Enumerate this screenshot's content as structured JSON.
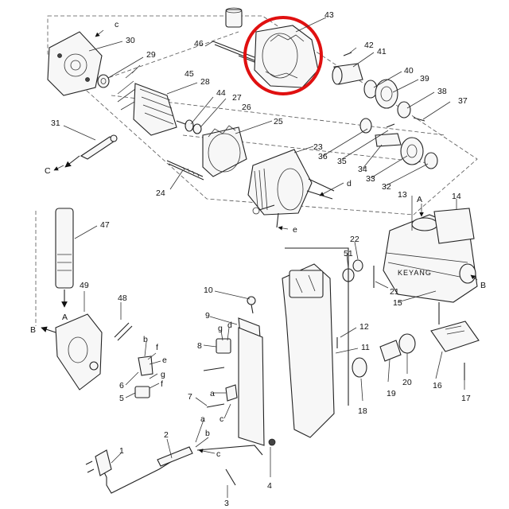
{
  "brand_label": "KEYANG",
  "highlight_color": "#e01010",
  "labels": [
    {
      "id": "n43",
      "text": "43"
    },
    {
      "id": "n46",
      "text": "46"
    },
    {
      "id": "n42",
      "text": "42"
    },
    {
      "id": "n41",
      "text": "41"
    },
    {
      "id": "c1",
      "text": "c"
    },
    {
      "id": "n30",
      "text": "30"
    },
    {
      "id": "n29",
      "text": "29"
    },
    {
      "id": "n45",
      "text": "45"
    },
    {
      "id": "n28",
      "text": "28"
    },
    {
      "id": "n44",
      "text": "44"
    },
    {
      "id": "n40",
      "text": "40"
    },
    {
      "id": "n39",
      "text": "39"
    },
    {
      "id": "n38",
      "text": "38"
    },
    {
      "id": "n37",
      "text": "37"
    },
    {
      "id": "n27",
      "text": "27"
    },
    {
      "id": "n26",
      "text": "26"
    },
    {
      "id": "n31",
      "text": "31"
    },
    {
      "id": "n25",
      "text": "25"
    },
    {
      "id": "n23",
      "text": "23"
    },
    {
      "id": "n36",
      "text": "36"
    },
    {
      "id": "n35",
      "text": "35"
    },
    {
      "id": "n34",
      "text": "34"
    },
    {
      "id": "n33",
      "text": "33"
    },
    {
      "id": "n32",
      "text": "32"
    },
    {
      "id": "c2",
      "text": "C"
    },
    {
      "id": "n24",
      "text": "24"
    },
    {
      "id": "d1",
      "text": "d"
    },
    {
      "id": "e1",
      "text": "e"
    },
    {
      "id": "a1",
      "text": "A"
    },
    {
      "id": "n13",
      "text": "13"
    },
    {
      "id": "n14",
      "text": "14"
    },
    {
      "id": "n47",
      "text": "47"
    },
    {
      "id": "n22",
      "text": "22"
    },
    {
      "id": "n51",
      "text": "51"
    },
    {
      "id": "n21",
      "text": "21"
    },
    {
      "id": "b1",
      "text": "B"
    },
    {
      "id": "a2",
      "text": "A"
    },
    {
      "id": "n49",
      "text": "49"
    },
    {
      "id": "n48",
      "text": "48"
    },
    {
      "id": "n10",
      "text": "10"
    },
    {
      "id": "n15",
      "text": "15"
    },
    {
      "id": "b2",
      "text": "B"
    },
    {
      "id": "n9",
      "text": "9"
    },
    {
      "id": "g1",
      "text": "g"
    },
    {
      "id": "d2",
      "text": "d"
    },
    {
      "id": "n12",
      "text": "12"
    },
    {
      "id": "n8",
      "text": "8"
    },
    {
      "id": "b3",
      "text": "b"
    },
    {
      "id": "f1",
      "text": "f"
    },
    {
      "id": "e2",
      "text": "e"
    },
    {
      "id": "n11",
      "text": "11"
    },
    {
      "id": "g2",
      "text": "g"
    },
    {
      "id": "n6",
      "text": "6"
    },
    {
      "id": "f2",
      "text": "f"
    },
    {
      "id": "n5",
      "text": "5"
    },
    {
      "id": "n19",
      "text": "19"
    },
    {
      "id": "n20",
      "text": "20"
    },
    {
      "id": "n16",
      "text": "16"
    },
    {
      "id": "n7",
      "text": "7"
    },
    {
      "id": "a3",
      "text": "a"
    },
    {
      "id": "n18",
      "text": "18"
    },
    {
      "id": "n17",
      "text": "17"
    },
    {
      "id": "a4",
      "text": "a"
    },
    {
      "id": "c3",
      "text": "c"
    },
    {
      "id": "n2",
      "text": "2"
    },
    {
      "id": "b4",
      "text": "b"
    },
    {
      "id": "c4",
      "text": "c"
    },
    {
      "id": "n1",
      "text": "1"
    },
    {
      "id": "n4",
      "text": "4"
    },
    {
      "id": "n3",
      "text": "3"
    }
  ]
}
